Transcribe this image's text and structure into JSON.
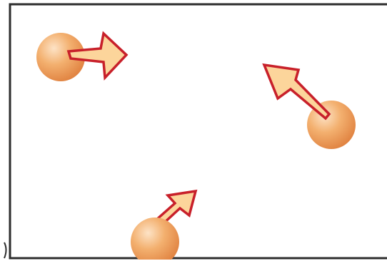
{
  "diagram": {
    "particle_color": "#f0a35e",
    "particle_highlight": "#fde3c6",
    "particle_shadow": "#df7f3d",
    "arrow_fill": "#fcd59b",
    "arrow_stroke": "#c8202a",
    "border_color": "#2d2d2d",
    "particles": [
      {
        "id": "particle-left",
        "icon": "sphere"
      },
      {
        "id": "particle-right",
        "icon": "sphere"
      },
      {
        "id": "particle-bottom",
        "icon": "sphere"
      }
    ],
    "arrows": [
      {
        "id": "arrow-left",
        "icon": "arrow"
      },
      {
        "id": "arrow-right",
        "icon": "arrow"
      },
      {
        "id": "arrow-bottom",
        "icon": "arrow"
      }
    ]
  }
}
